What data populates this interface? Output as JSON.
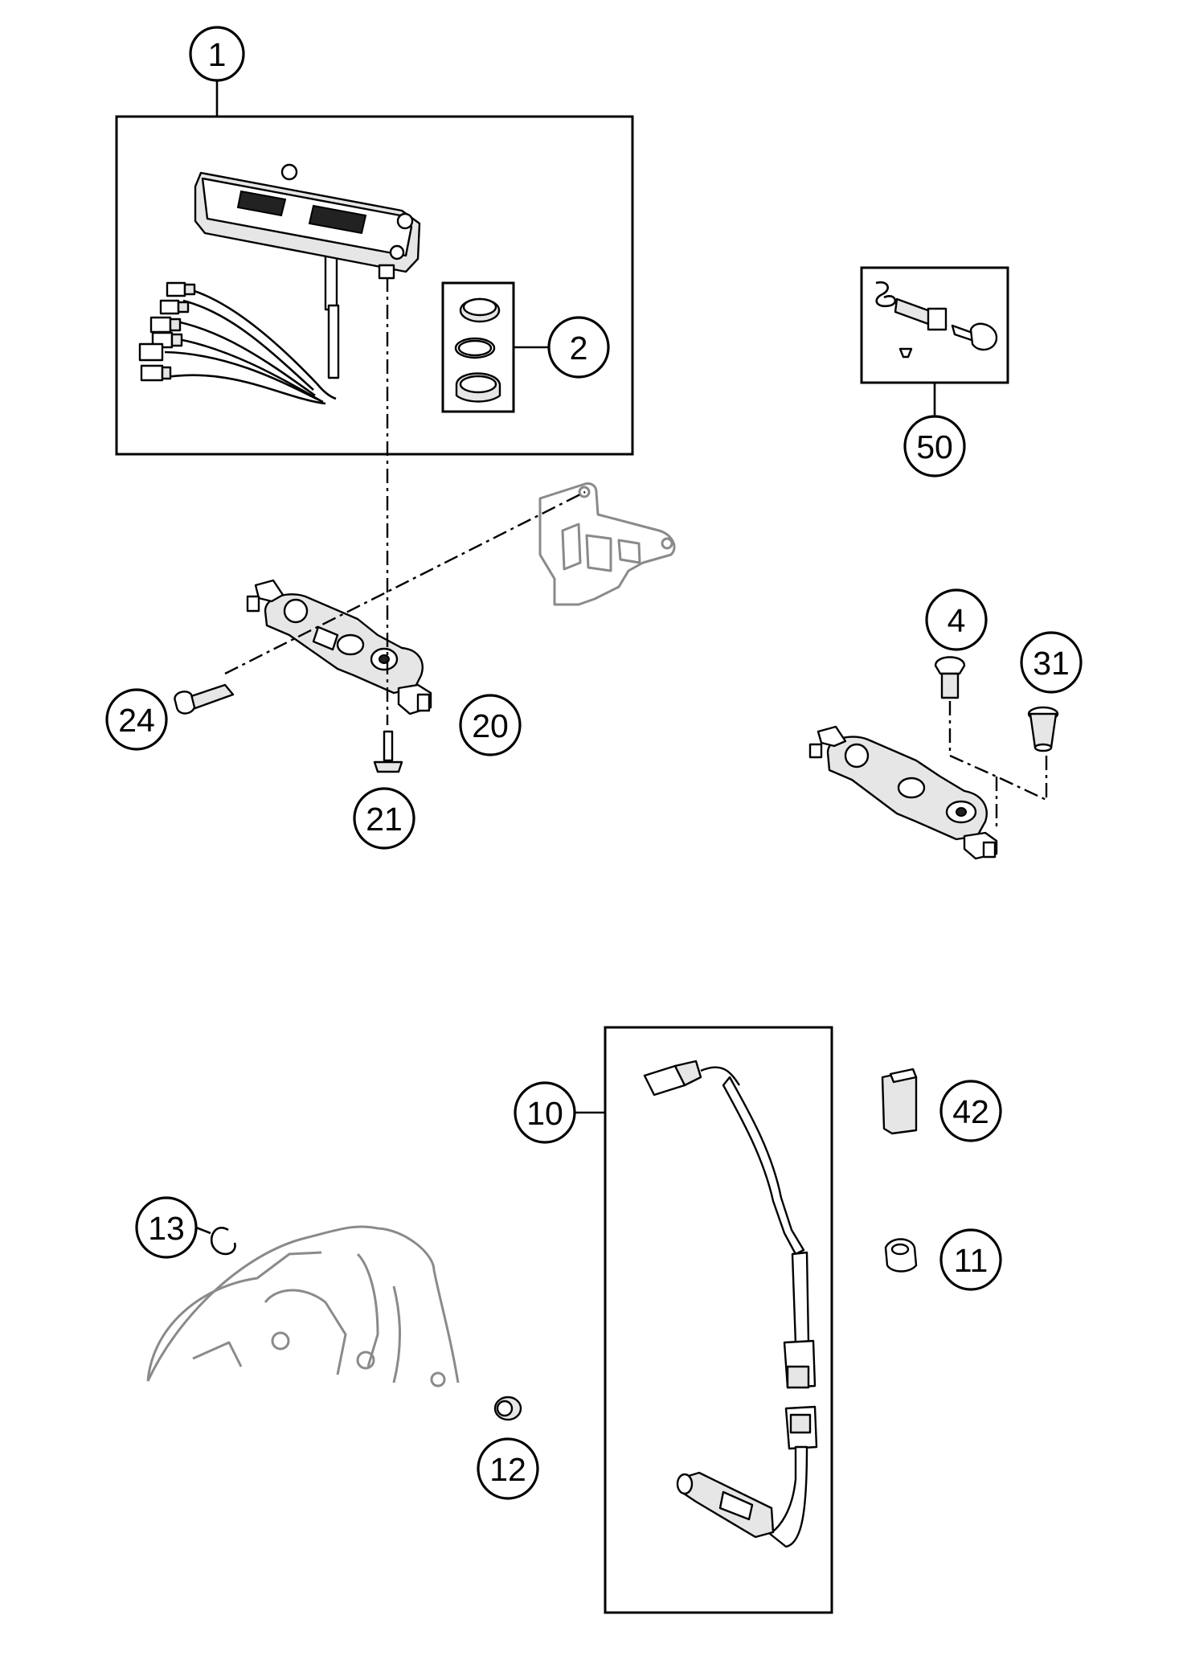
{
  "callouts": [
    {
      "id": "1",
      "label": "1"
    },
    {
      "id": "2",
      "label": "2"
    },
    {
      "id": "4",
      "label": "4"
    },
    {
      "id": "10",
      "label": "10"
    },
    {
      "id": "11",
      "label": "11"
    },
    {
      "id": "12",
      "label": "12"
    },
    {
      "id": "13",
      "label": "13"
    },
    {
      "id": "20",
      "label": "20"
    },
    {
      "id": "21",
      "label": "21"
    },
    {
      "id": "24",
      "label": "24"
    },
    {
      "id": "31",
      "label": "31"
    },
    {
      "id": "42",
      "label": "42"
    },
    {
      "id": "50",
      "label": "50"
    }
  ],
  "colors": {
    "line": "#000000",
    "ghost": "#8a8a8a",
    "background": "#ffffff"
  }
}
